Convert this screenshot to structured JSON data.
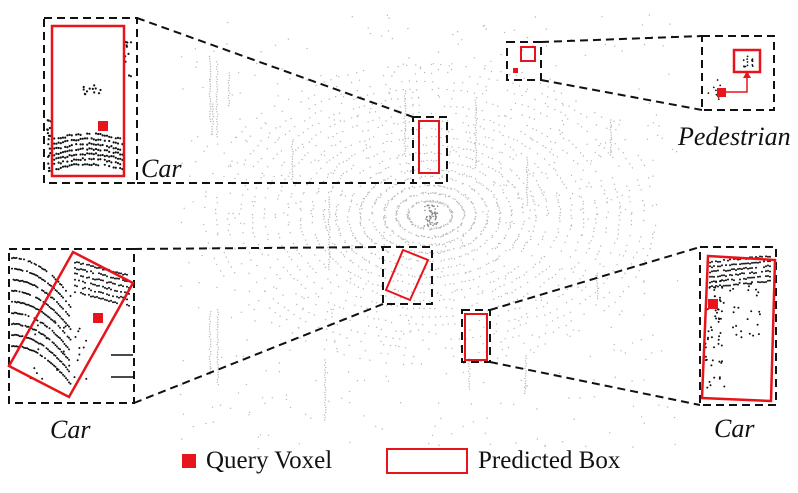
{
  "colors": {
    "box": "#e8141c",
    "voxel": "#e8141c",
    "dash": "#111111",
    "points": "#9a9a9a",
    "dark_points": "#111111"
  },
  "labels": {
    "car_top_left": "Car",
    "pedestrian": "Pedestrian",
    "car_left": "Car",
    "car_right": "Car"
  },
  "legend": {
    "query_voxel": "Query Voxel",
    "predicted_box": "Predicted Box"
  }
}
